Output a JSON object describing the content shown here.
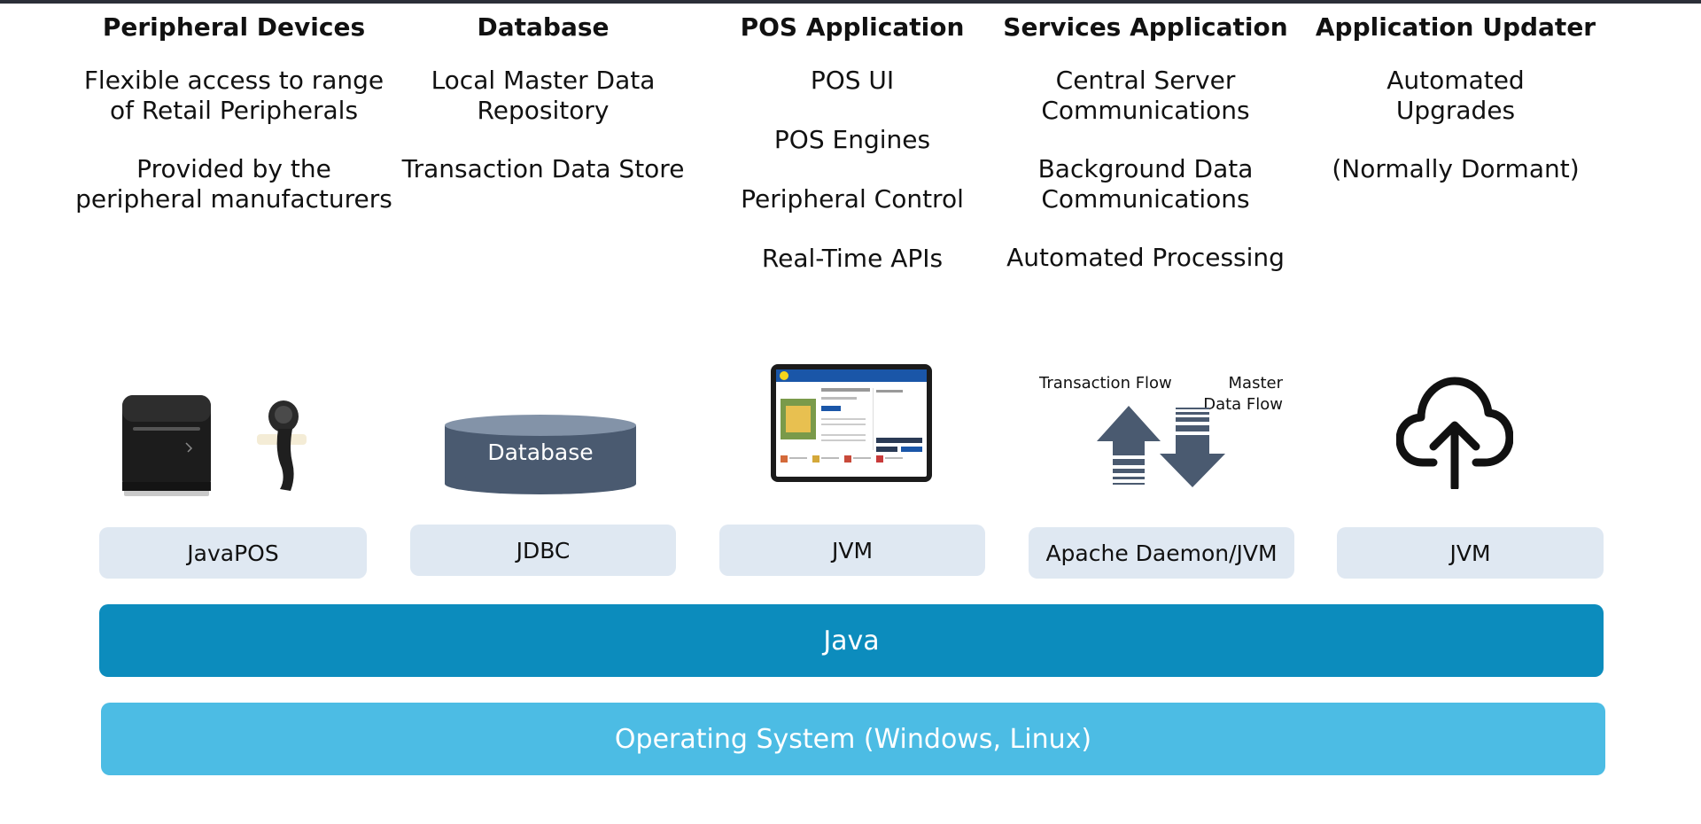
{
  "columns": [
    {
      "title": "Peripheral Devices",
      "lines": [
        "Flexible access to range of Retail Peripherals",
        "Provided by the peripheral manufacturers"
      ]
    },
    {
      "title": "Database",
      "lines": [
        "Local Master Data Repository",
        "Transaction Data Store"
      ]
    },
    {
      "title": "POS Application",
      "lines": [
        "POS UI",
        "POS Engines",
        "Peripheral Control",
        "Real-Time APIs"
      ]
    },
    {
      "title": "Services Application",
      "lines": [
        "Central Server Communications",
        "Background Data Communications",
        "Automated Processing"
      ]
    },
    {
      "title": "Application Updater",
      "lines": [
        "Automated Upgrades",
        "(Normally Dormant)"
      ]
    }
  ],
  "images": {
    "database_label": "Database",
    "transaction_flow_label": "Transaction Flow",
    "master_data_flow_label": "Master Data Flow",
    "icons": [
      "receipt-printer-icon",
      "barcode-scanner-icon",
      "database-cylinder-icon",
      "pos-tablet-icon",
      "up-arrow-icon",
      "down-arrow-icon",
      "cloud-upload-icon"
    ]
  },
  "pills": [
    "JavaPOS",
    "JDBC",
    "JVM",
    "Apache Daemon/JVM",
    "JVM"
  ],
  "bars": {
    "java": "Java",
    "os": "Operating System (Windows, Linux)"
  },
  "colors": {
    "java": "#0c8cbd",
    "os": "#4cbce4",
    "pill": "#dfe8f2",
    "slate": "#4a5a70"
  }
}
